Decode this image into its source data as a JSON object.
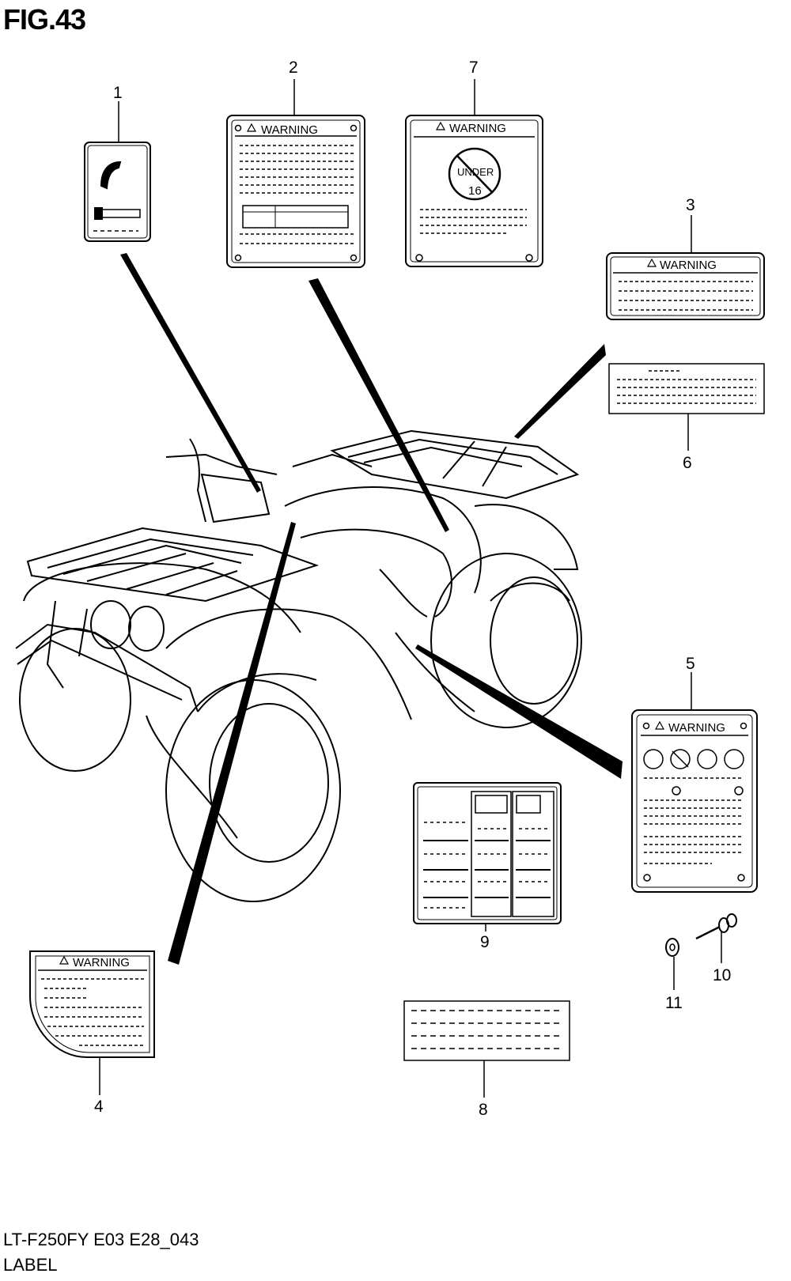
{
  "figure": {
    "title": "FIG.43",
    "model_code": "LT-F250FY E03 E28_043",
    "section": "LABEL"
  },
  "labels": {
    "warning": "WARNING",
    "under": "UNDER",
    "age": "16"
  },
  "callouts": {
    "n1": "1",
    "n2": "2",
    "n3": "3",
    "n4": "4",
    "n5": "5",
    "n6": "6",
    "n7": "7",
    "n8": "8",
    "n9": "9",
    "n10": "10",
    "n11": "11"
  }
}
